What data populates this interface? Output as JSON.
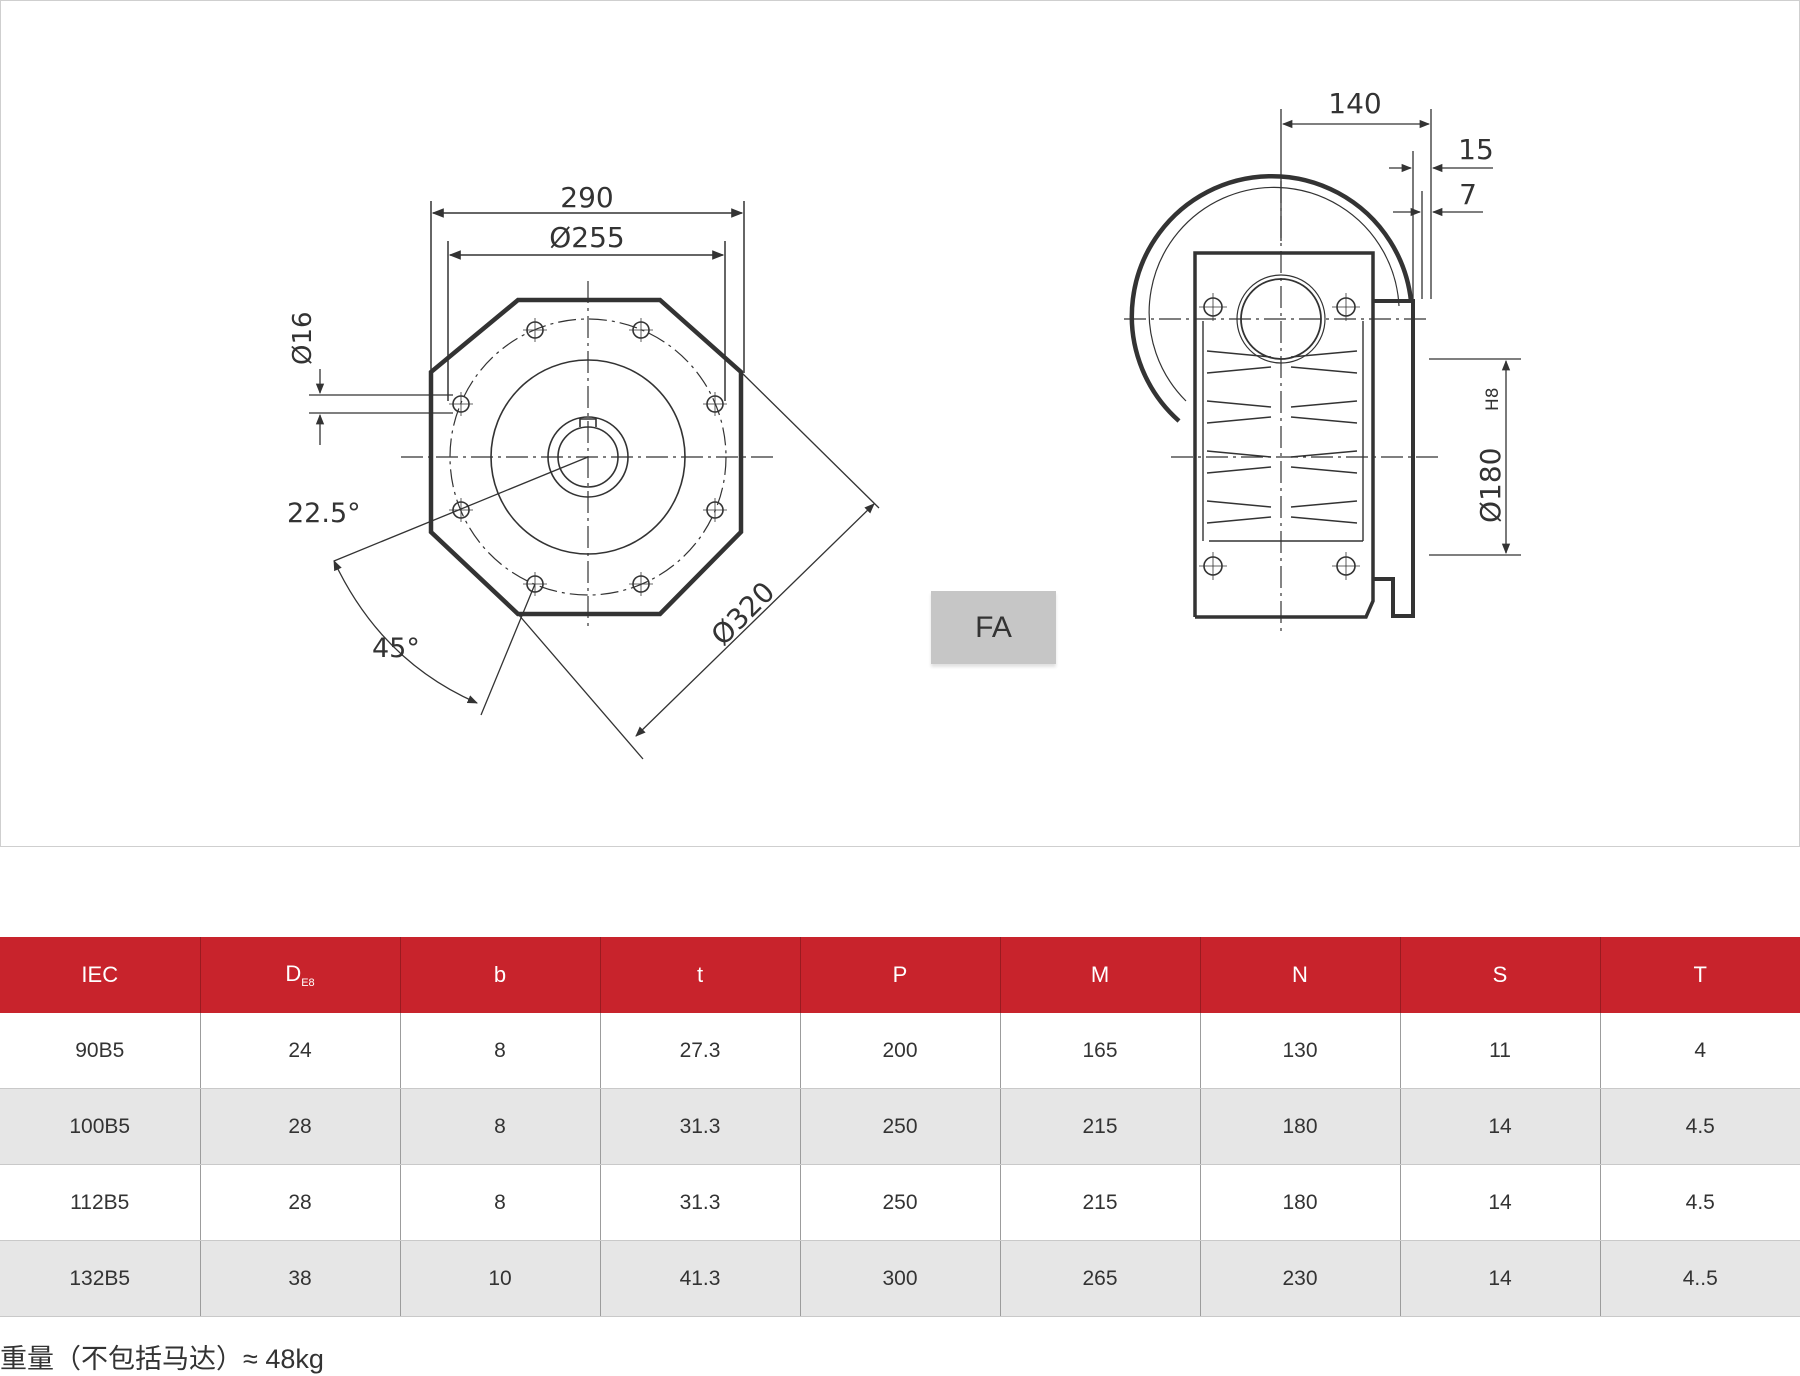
{
  "drawing": {
    "front_view": {
      "dim_width": "290",
      "dim_pcd": "Ø255",
      "dim_hole": "Ø16",
      "dim_angle_small": "22.5°",
      "dim_angle_large": "45°",
      "dim_flange": "Ø320"
    },
    "side_view": {
      "dim_depth": "140",
      "dim_flange_thickness": "15",
      "dim_spigot": "7",
      "dim_spigot_dia": "Ø180",
      "dim_spigot_tol": "H8"
    },
    "badge_label": "FA"
  },
  "table": {
    "headers": [
      {
        "text": "IEC"
      },
      {
        "text": "D",
        "sub": "E8"
      },
      {
        "text": "b"
      },
      {
        "text": "t"
      },
      {
        "text": "P"
      },
      {
        "text": "M"
      },
      {
        "text": "N"
      },
      {
        "text": "S"
      },
      {
        "text": "T"
      }
    ],
    "rows": [
      [
        "90B5",
        "24",
        "8",
        "27.3",
        "200",
        "165",
        "130",
        "11",
        "4"
      ],
      [
        "100B5",
        "28",
        "8",
        "31.3",
        "250",
        "215",
        "180",
        "14",
        "4.5"
      ],
      [
        "112B5",
        "28",
        "8",
        "31.3",
        "250",
        "215",
        "180",
        "14",
        "4.5"
      ],
      [
        "132B5",
        "38",
        "10",
        "41.3",
        "300",
        "265",
        "230",
        "14",
        "4..5"
      ]
    ]
  },
  "weight_note": "重量（不包括马达）≈ 48kg"
}
